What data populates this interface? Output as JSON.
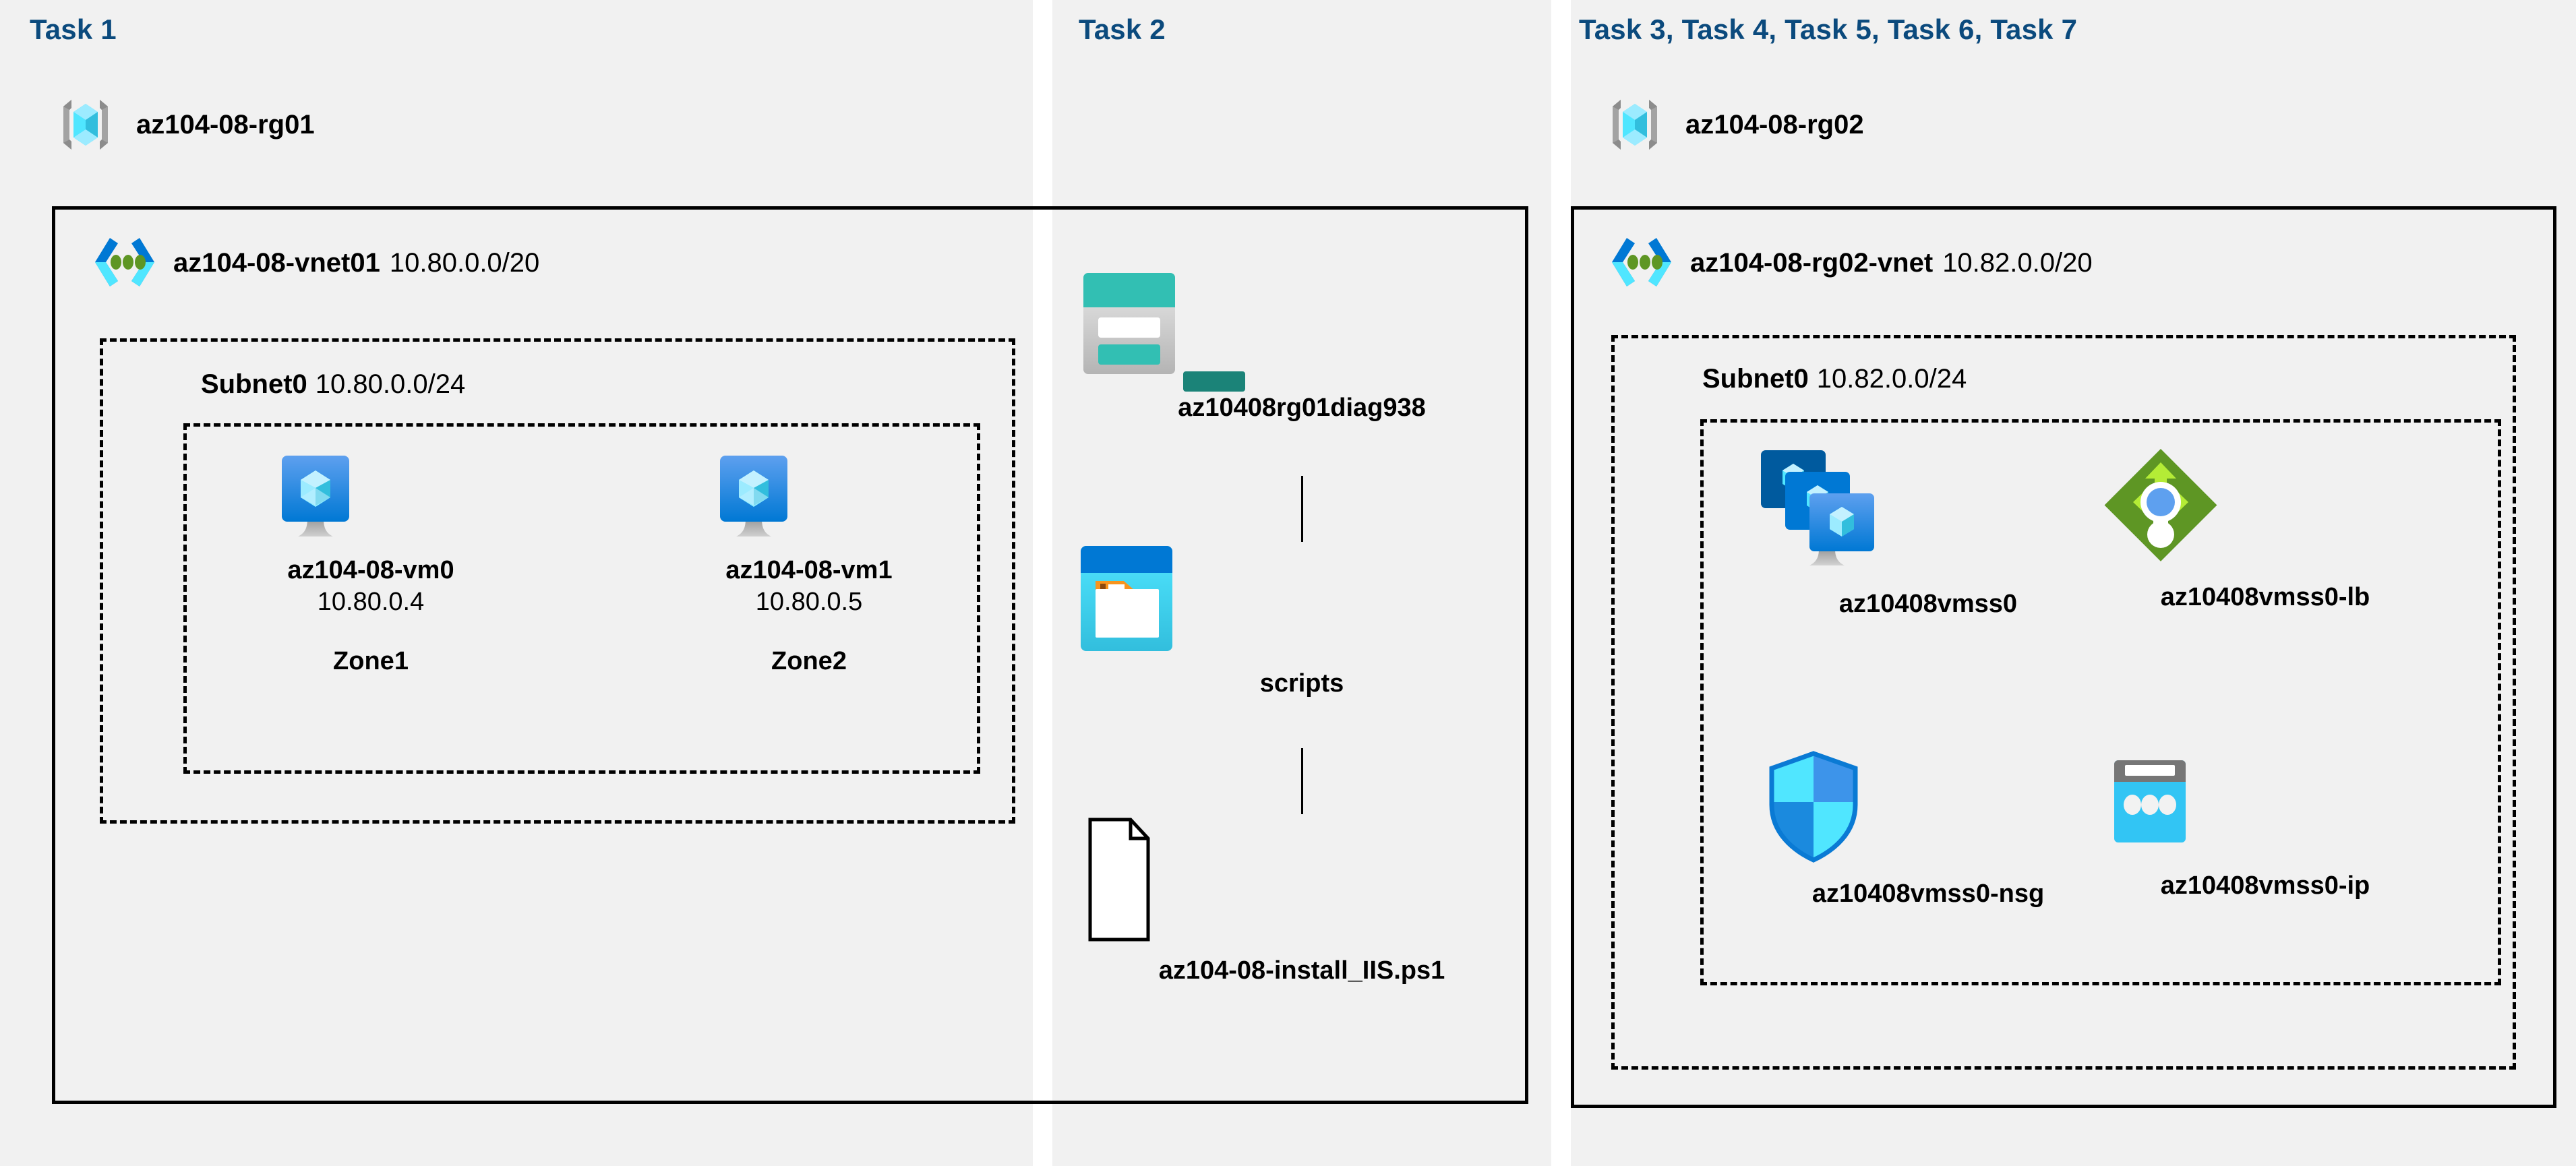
{
  "columns": [
    {
      "id": "col1",
      "task_title": "Task 1",
      "resource_group": {
        "name": "az104-08-rg01",
        "icon": "resource-group-icon"
      },
      "vnet": {
        "name": "az104-08-vnet01",
        "cidr": "10.80.0.0/20",
        "icon": "vnet-icon"
      },
      "subnet": {
        "name": "Subnet0",
        "cidr": "10.80.0.0/24"
      },
      "vms": [
        {
          "name": "az104-08-vm0",
          "ip": "10.80.0.4",
          "zone": "Zone1",
          "icon": "virtual-machine-icon"
        },
        {
          "name": "az104-08-vm1",
          "ip": "10.80.0.5",
          "zone": "Zone2",
          "icon": "virtual-machine-icon"
        }
      ]
    },
    {
      "id": "col2",
      "task_title": "Task 2",
      "items": [
        {
          "name": "az10408rg01diag938",
          "icon": "storage-account-icon"
        },
        {
          "name": "scripts",
          "icon": "blob-container-icon"
        },
        {
          "name": "az104-08-install_IIS.ps1",
          "icon": "script-file-icon"
        }
      ]
    },
    {
      "id": "col3",
      "task_title": "Task 3, Task 4, Task 5, Task 6, Task 7",
      "resource_group": {
        "name": "az104-08-rg02",
        "icon": "resource-group-icon"
      },
      "vnet": {
        "name": "az104-08-rg02-vnet",
        "cidr": "10.82.0.0/20",
        "icon": "vnet-icon"
      },
      "subnet": {
        "name": "Subnet0",
        "cidr": "10.82.0.0/24"
      },
      "resources": [
        {
          "name": "az10408vmss0",
          "icon": "vm-scale-set-icon"
        },
        {
          "name": "az10408vmss0-lb",
          "icon": "load-balancer-icon"
        },
        {
          "name": "az10408vmss0-nsg",
          "icon": "network-security-group-icon"
        },
        {
          "name": "az10408vmss0-ip",
          "icon": "public-ip-address-icon"
        }
      ]
    }
  ],
  "colors": {
    "panel_background": "#f1f1f1",
    "task_title": "#0b4a7d",
    "border": "#000000",
    "azure_blue": "#0078d4",
    "azure_cyan": "#50e6ff",
    "storage_teal": "#32bfb3",
    "lb_green": "#5e9624",
    "gray": "#949494"
  }
}
